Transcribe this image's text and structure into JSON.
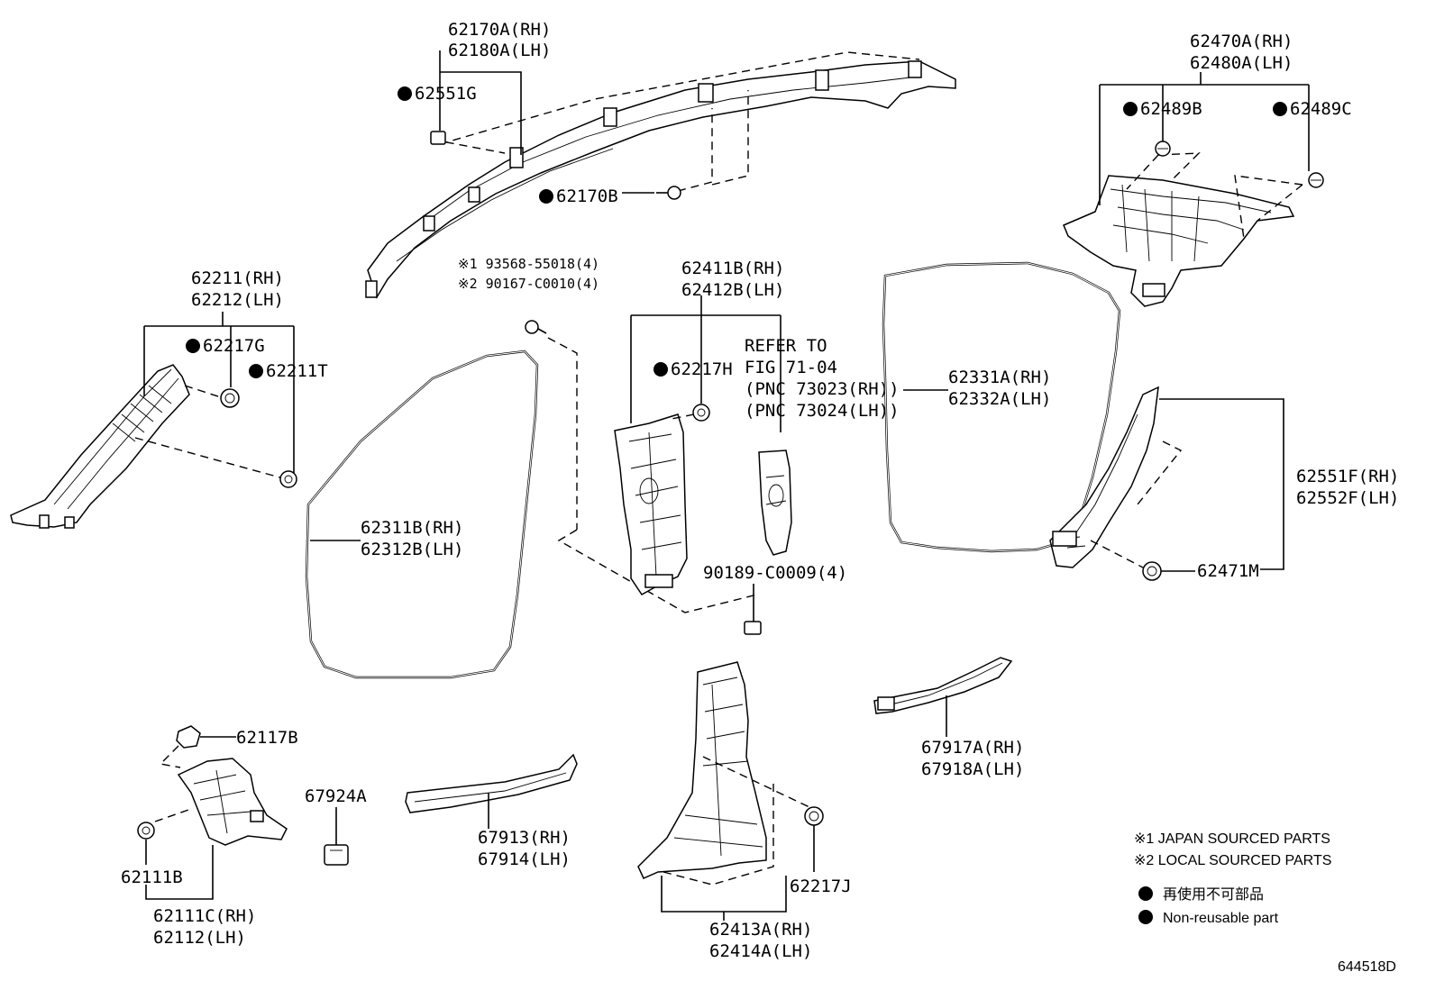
{
  "labels": {
    "roof_side_trim": [
      "62170A(RH)",
      "62180A(LH)"
    ],
    "clip_62551G": "62551G",
    "clip_62170B": "62170B",
    "quarter_trim": [
      "62470A(RH)",
      "62480A(LH)"
    ],
    "clip_62489B": "62489B",
    "clip_62489C": "62489C",
    "front_pillar": [
      "62211(RH)",
      "62212(LH)"
    ],
    "clip_62217G": "62217G",
    "clip_62211T": "62211T",
    "screw_notes": [
      "※1 93568-55018(4)",
      "※2 90167-C0010(4)"
    ],
    "center_pillar": [
      "62411B(RH)",
      "62412B(LH)"
    ],
    "clip_62217H": "62217H",
    "refer_to": [
      "REFER TO",
      "FIG 71-04",
      "(PNC 73023(RH))",
      "(PNC 73024(LH))"
    ],
    "rear_door_weatherstrip": [
      "62331A(RH)",
      "62332A(LH)"
    ],
    "front_door_weatherstrip": [
      "62311B(RH)",
      "62312B(LH)"
    ],
    "nut_90189": "90189-C0009(4)",
    "rear_pillar_garnish": [
      "62551F(RH)",
      "62552F(LH)"
    ],
    "clip_62471M": "62471M",
    "clip_62117B": "62117B",
    "clip_67924A": "67924A",
    "clip_62111B": "62111B",
    "cowl_side_trim": [
      "62111C(RH)",
      "62112(LH)"
    ],
    "front_scuff_plate": [
      "67913(RH)",
      "67914(LH)"
    ],
    "lower_center_pillar": [
      "62413A(RH)",
      "62414A(LH)"
    ],
    "clip_62217J": "62217J",
    "rear_scuff_plate": [
      "67917A(RH)",
      "67918A(LH)"
    ]
  },
  "legend": {
    "note1": "※1 JAPAN SOURCED PARTS",
    "note2": "※2 LOCAL SOURCED PARTS",
    "nonreusable_jp": "再使用不可部品",
    "nonreusable_en": "Non-reusable part"
  },
  "diagram_code": "644518D"
}
